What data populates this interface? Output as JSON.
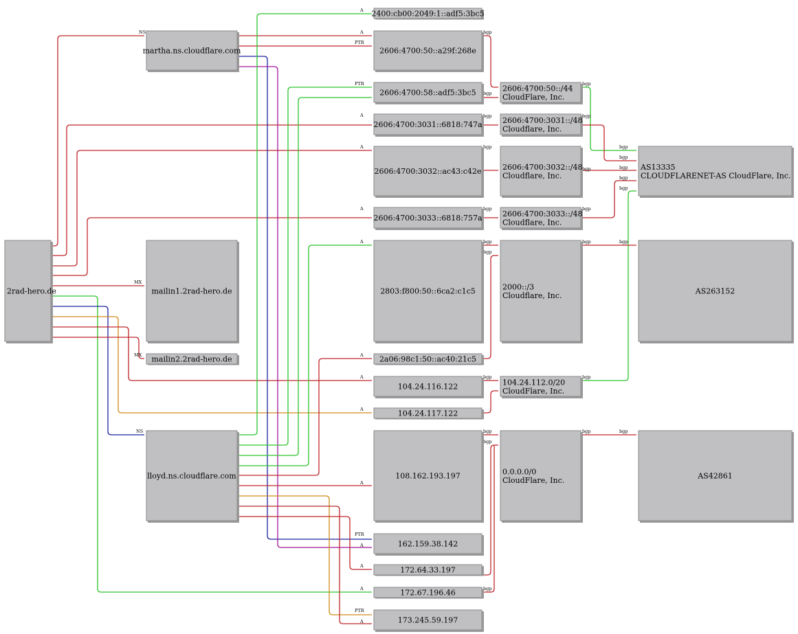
{
  "colors": {
    "red": "#c0262a",
    "green": "#2cc42c",
    "blue": "#1a22a0",
    "orange": "#d08a1a",
    "magenta": "#a0169a",
    "node_fill": "#c0bfc2"
  },
  "nodes": {
    "n_2rad": "2rad-hero.de",
    "n_martha": "martha.ns.cloudflare.com",
    "n_mailin1": "mailin1.2rad-hero.de",
    "n_mailin2": "mailin2.2rad-hero.de",
    "n_lloyd": "lloyd.ns.cloudflare.com",
    "n_ip_2400": "2400:cb00:2049:1::adf5:3bc5",
    "n_ip_a29f": "2606:4700:50::a29f:268e",
    "n_ip_adf5": "2606:4700:58::adf5:3bc5",
    "n_ip_3031": "2606:4700:3031::6818:747a",
    "n_ip_3032": "2606:4700:3032::ac43:c42e",
    "n_ip_3033": "2606:4700:3033::6818:757a",
    "n_ip_2803": "2803:f800:50::6ca2:c1c5",
    "n_ip_2a06": "2a06:98c1:50::ac40:21c5",
    "n_ip_116": "104.24.116.122",
    "n_ip_117": "104.24.117.122",
    "n_ip_108": "108.162.193.197",
    "n_ip_162": "162.159.38.142",
    "n_ip_172a": "172.64.33.197",
    "n_ip_172b": "172.67.196.46",
    "n_ip_173": "173.245.59.197",
    "n_pf_50_1": "2606:4700:50::/44",
    "n_pf_50_2": "CloudFlare, Inc.",
    "n_pf_3031_1": "2606:4700:3031::/48",
    "n_pf_3031_2": "Cloudflare, Inc.",
    "n_pf_3032_1": "2606:4700:3032::/48",
    "n_pf_3032_2": "Cloudflare, Inc.",
    "n_pf_3033_1": "2606:4700:3033::/48",
    "n_pf_3033_2": "Cloudflare, Inc.",
    "n_pf_2000_1": "2000::/3",
    "n_pf_2000_2": "Cloudflare, Inc.",
    "n_pf_104_1": "104.24.112.0/20",
    "n_pf_104_2": "CloudFlare, Inc.",
    "n_pf_0_1": "0.0.0.0/0",
    "n_pf_0_2": "CloudFlare, Inc.",
    "n_as13335_1": "AS13335",
    "n_as13335_2": "CLOUDFLARENET-AS CloudFlare, Inc.",
    "n_as263152": "AS263152",
    "n_as42861": "AS42861"
  },
  "labels": {
    "ns": "NS",
    "a": "A",
    "mx": "MX",
    "ptr": "PTR",
    "bgp": "bgp"
  }
}
